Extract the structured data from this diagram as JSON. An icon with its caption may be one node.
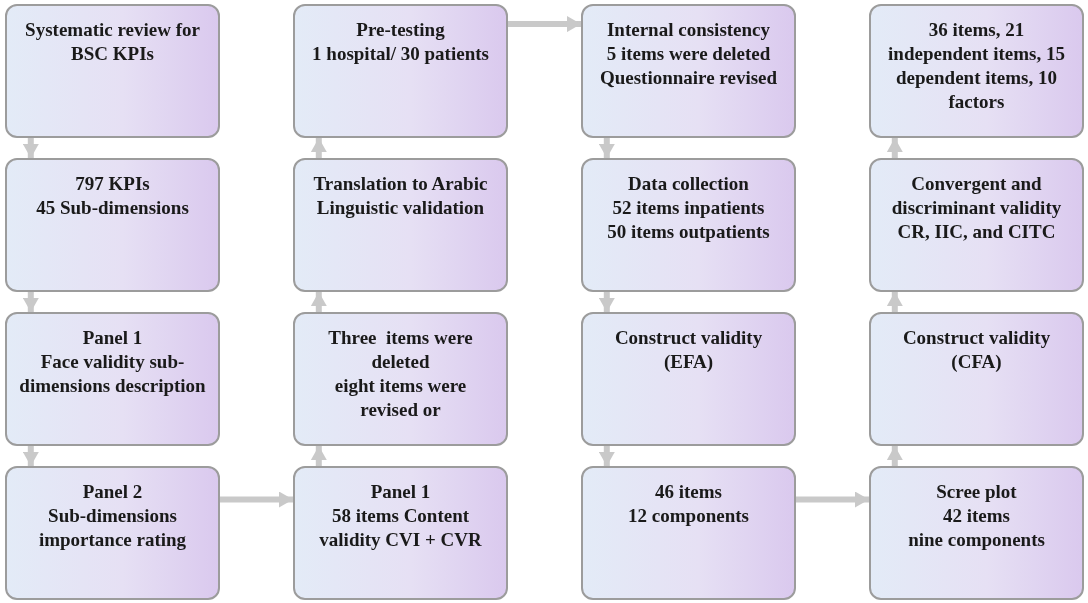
{
  "diagram": {
    "nodes": [
      {
        "text": [
          "Systematic review for BSC KPIs"
        ]
      },
      {
        "text": [
          "797 KPIs",
          "45 Sub-dimensions"
        ]
      },
      {
        "text": [
          "Panel 1",
          "Face validity sub-dimensions description"
        ]
      },
      {
        "text": [
          "Panel 2",
          "Sub-dimensions importance rating"
        ]
      },
      {
        "text": [
          "Panel 1",
          "58 items Content validity CVI + CVR"
        ]
      },
      {
        "text": [
          "Three  items were deleted",
          "eight items were revised or"
        ]
      },
      {
        "text": [
          "Translation to Arabic",
          "Linguistic validation"
        ]
      },
      {
        "text": [
          "Pre-testing",
          "1 hospital/ 30 patients"
        ]
      },
      {
        "text": [
          "Internal consistency",
          "5 items were deleted",
          "Questionnaire revised"
        ]
      },
      {
        "text": [
          "Data collection",
          "52 items inpatients",
          "50 items outpatients"
        ]
      },
      {
        "text": [
          "Construct validity",
          "(EFA)"
        ]
      },
      {
        "text": [
          "46 items",
          "12 components"
        ]
      },
      {
        "text": [
          "Scree plot",
          "42 items",
          "nine components"
        ]
      },
      {
        "text": [
          "Construct validity",
          "(CFA)"
        ]
      },
      {
        "text": [
          "Convergent and discriminant validity",
          "CR, IIC, and CITC"
        ]
      },
      {
        "text": [
          "36 items, 21 independent items, 15 dependent items, 10 factors"
        ]
      }
    ],
    "edges": [
      {
        "from": 0,
        "to": 1,
        "arrow": "to"
      },
      {
        "from": 1,
        "to": 2,
        "arrow": "to"
      },
      {
        "from": 2,
        "to": 3,
        "arrow": "to"
      },
      {
        "from": 3,
        "to": 4,
        "arrow": "to"
      },
      {
        "from": 4,
        "to": 5,
        "arrow": "to"
      },
      {
        "from": 5,
        "to": 6,
        "arrow": "to"
      },
      {
        "from": 6,
        "to": 7,
        "arrow": "to"
      },
      {
        "from": 7,
        "to": 8,
        "arrow": "to"
      },
      {
        "from": 8,
        "to": 9,
        "arrow": "to"
      },
      {
        "from": 9,
        "to": 10,
        "arrow": "to"
      },
      {
        "from": 10,
        "to": 11,
        "arrow": "to"
      },
      {
        "from": 11,
        "to": 12,
        "arrow": "to"
      },
      {
        "from": 12,
        "to": 13,
        "arrow": "to"
      },
      {
        "from": 13,
        "to": 14,
        "arrow": "to"
      },
      {
        "from": 14,
        "to": 15,
        "arrow": "to"
      }
    ]
  }
}
